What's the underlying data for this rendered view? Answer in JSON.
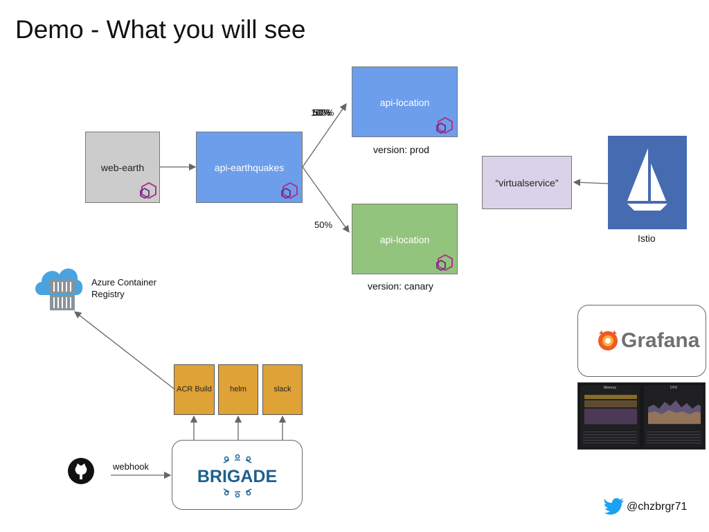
{
  "title": "Demo - What you will see",
  "nodes": {
    "web_earth": "web-earth",
    "api_earthquakes": "api-earthquakes",
    "api_location_prod": "api-location",
    "api_location_canary": "api-location",
    "virtualservice": "“virtualservice”"
  },
  "captions": {
    "prod_version": "version: prod",
    "canary_version": "version: canary",
    "istio": "Istio",
    "acr": "Azure Container Registry",
    "webhook": "webhook",
    "twitter": "@chzbrgr71"
  },
  "traffic": {
    "prod_overlapping": [
      "100%",
      "50%",
      "50%"
    ],
    "canary": "50%"
  },
  "tools": {
    "acr_build": "ACR Build",
    "helm": "helm",
    "slack": "slack"
  },
  "logos": {
    "brigade": "BRIGADE",
    "grafana": "Grafana"
  },
  "dashboard": {
    "memory_title": "Memory",
    "cpu_title": "CPU"
  },
  "colors": {
    "blue": "#6d9eeb",
    "gray": "#cccccc",
    "green": "#93c47d",
    "lavender": "#d9d2e9",
    "gold": "#dfa236",
    "istio": "#466bb0",
    "envoy": "#ac358b"
  }
}
